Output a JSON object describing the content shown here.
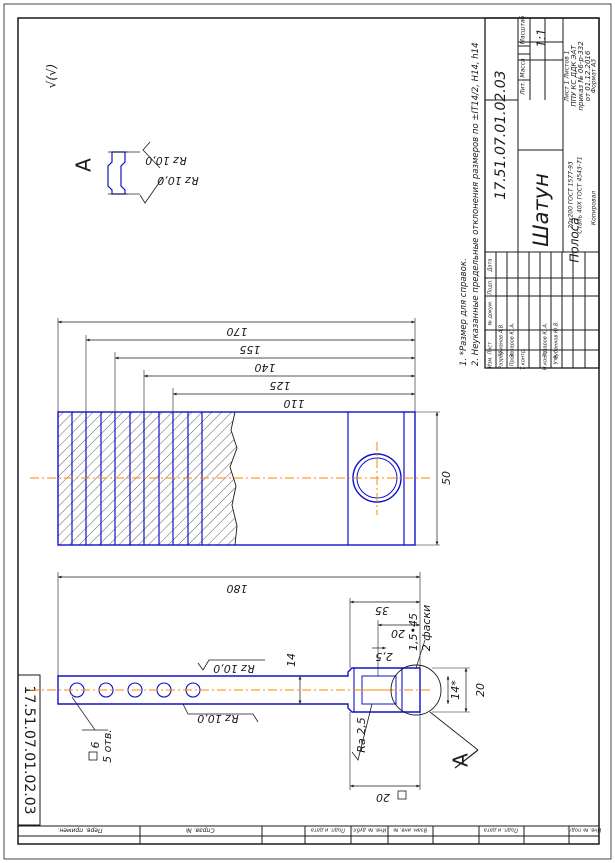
{
  "drawing": {
    "designation": "17.51.07.01.02.03",
    "designation_corner": "17.51.07.01.02.03",
    "part_name": "Шатун",
    "scale": "1:1",
    "material_top": "20х200 ГОСТ 1577-93",
    "material_bottom": "Сталь 40Х ГОСТ 4543-71",
    "material_prefix": "Полоса",
    "sheet_info": "Лист  1  Листов  1",
    "organization_1": "ППУ КС ДДК ЭАТ",
    "organization_2": "приказ № 06-р-332",
    "organization_3": "от 01.12.2016",
    "format_label": "Формат А3",
    "copied_label": "Копировал",
    "lit_label": "Лит.",
    "mass_label": "Масса",
    "scale_label": "Масштаб"
  },
  "title_block_rows": [
    {
      "role": "Изм. Лист",
      "doc": "№ докум.",
      "sign": "Подп.",
      "date": "Дата"
    },
    {
      "role": "Разраб.",
      "name": "Гуманов А.В."
    },
    {
      "role": "Пров.",
      "name": "Зазаров Ю.А."
    },
    {
      "role": "Т.контр.",
      "name": ""
    },
    {
      "role": "",
      "name": ""
    },
    {
      "role": "Н.контр.",
      "name": "Зазаров Ю.А."
    },
    {
      "role": "Утв.",
      "name": "Рубанков Ю.В."
    }
  ],
  "notes": {
    "note_1": "1. *Размер для справок.",
    "note_2": "2. Неуказанные предельные отклонения размеров по ±IT14/2, H14, h14"
  },
  "roughness": {
    "general_mark": "√(√)",
    "rz10": "Rz 10,0",
    "ra25": "Ra 2,5"
  },
  "section_label": "А",
  "dimensions": {
    "d170": "170",
    "d155": "155",
    "d140": "140",
    "d125": "125",
    "d110": "110",
    "d50": "50",
    "d180": "180",
    "d35": "35",
    "d20_top": "20",
    "d2_5": "2,5",
    "d14": "14",
    "d14_star": "14*",
    "d20_side": "20",
    "chamfer": "1,5•45",
    "chamfer_note": "2 фаски",
    "hole_size": "6",
    "hole_count": "5 отв.",
    "square_20": "20"
  },
  "left_strip": {
    "perv_primen": "Перв. примен.",
    "sprav_no": "Справ. №",
    "podp_data_1": "Подп. и дата",
    "inv_dubl": "Инв. № дубл.",
    "vzam_inv": "Взам. инв. №",
    "podp_data_2": "Подп. и дата",
    "inv_podl": "Инв. № подл."
  }
}
